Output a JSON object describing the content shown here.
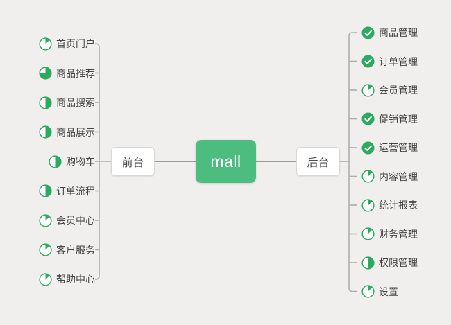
{
  "root": {
    "label": "mall"
  },
  "front": {
    "label": "前台",
    "items": [
      {
        "label": "首页门户",
        "icon": "progress-eighth"
      },
      {
        "label": "商品推荐",
        "icon": "progress-three-quarter"
      },
      {
        "label": "商品搜索",
        "icon": "progress-half"
      },
      {
        "label": "商品展示",
        "icon": "progress-half"
      },
      {
        "label": "购物车",
        "icon": "progress-half"
      },
      {
        "label": "订单流程",
        "icon": "progress-half"
      },
      {
        "label": "会员中心",
        "icon": "progress-eighth"
      },
      {
        "label": "客户服务",
        "icon": "progress-eighth"
      },
      {
        "label": "帮助中心",
        "icon": "progress-eighth"
      }
    ]
  },
  "back": {
    "label": "后台",
    "items": [
      {
        "label": "商品管理",
        "icon": "task-done"
      },
      {
        "label": "订单管理",
        "icon": "task-done"
      },
      {
        "label": "会员管理",
        "icon": "progress-eighth"
      },
      {
        "label": "促销管理",
        "icon": "task-done"
      },
      {
        "label": "运营管理",
        "icon": "task-done"
      },
      {
        "label": "内容管理",
        "icon": "progress-eighth"
      },
      {
        "label": "统计报表",
        "icon": "progress-eighth"
      },
      {
        "label": "财务管理",
        "icon": "progress-eighth"
      },
      {
        "label": "权限管理",
        "icon": "progress-half"
      },
      {
        "label": "设置",
        "icon": "progress-eighth"
      }
    ]
  },
  "colors": {
    "background": "#f0efed",
    "root_green": "#4dbd7f",
    "icon_green": "#2cab60",
    "bracket_line": "#aeaeae",
    "trunk_line": "#9a9a9a",
    "node_border": "#d8d8d4",
    "text": "#454545"
  }
}
